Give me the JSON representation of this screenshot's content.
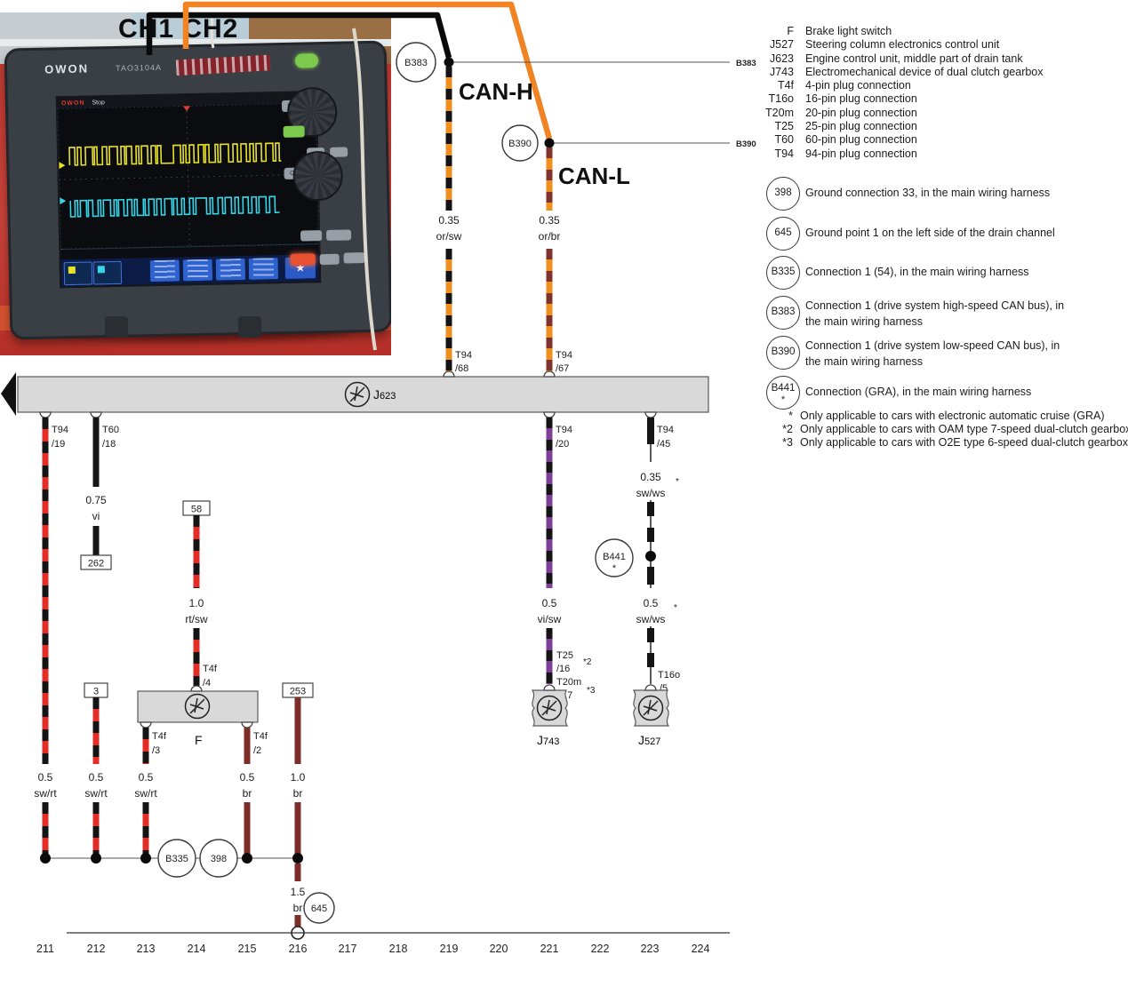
{
  "scope": {
    "brand": "OWON",
    "model": "TAO3104A",
    "probe_label": "CH1 CH2",
    "screen_brand": "OWON",
    "screen_status": "Stop",
    "menu_star": "★",
    "ch1_button": "CH1",
    "ch2_button": "CH2"
  },
  "t": {
    "can_h": "CAN-H",
    "can_l": "CAN-L",
    "T94": "T94",
    "T60": "T60",
    "T4f": "T4f",
    "T25": "T25",
    "T20m": "T20m",
    "T16o": "T16o",
    "p68": "/68",
    "p67": "/67",
    "p19": "/19",
    "p18": "/18",
    "p4": "/4",
    "p3": "/3",
    "p2": "/2",
    "p20": "/20",
    "p45": "/45",
    "p16": "/16",
    "p17": "/17",
    "p5": "/5",
    "s035": "0.35",
    "s05": "0.5",
    "s075": "0.75",
    "s10": "1.0",
    "s15": "1.5",
    "or_sw": "or/sw",
    "or_br": "or/br",
    "sw_rt": "sw/rt",
    "vi": "vi",
    "rt_sw": "rt/sw",
    "br": "br",
    "vi_sw": "vi/sw",
    "sw_ws": "sw/ws",
    "star": "*",
    "star2": "*2",
    "star3": "*3",
    "b262": "262",
    "b58": "58",
    "b3": "3",
    "b253": "253",
    "J": "J",
    "n623": "623",
    "n743": "743",
    "n527": "527",
    "F": "F",
    "B383": "B383",
    "B390": "B390",
    "B335": "B335",
    "B441": "B441",
    "c398": "398",
    "c645": "645"
  },
  "grid": [
    "211",
    "212",
    "213",
    "214",
    "215",
    "216",
    "217",
    "218",
    "219",
    "220",
    "221",
    "222",
    "223",
    "224"
  ],
  "legend": {
    "keys": [
      {
        "key": "F",
        "text": "Brake light switch"
      },
      {
        "key": "J527",
        "text": "Steering column electronics control unit"
      },
      {
        "key": "J623",
        "text": "Engine control unit, middle part of drain tank"
      },
      {
        "key": "J743",
        "text": "Electromechanical device of dual clutch gearbox"
      },
      {
        "key": "T4f",
        "text": "4-pin plug connection"
      },
      {
        "key": "T16o",
        "text": "16-pin plug connection"
      },
      {
        "key": "T20m",
        "text": "20-pin plug connection"
      },
      {
        "key": "T25",
        "text": "25-pin plug connection"
      },
      {
        "key": "T60",
        "text": "60-pin plug connection"
      },
      {
        "key": "T94",
        "text": "94-pin plug connection"
      }
    ],
    "circles": [
      {
        "id": "398",
        "text": "Ground connection 33, in the main wiring harness"
      },
      {
        "id": "645",
        "text": "Ground point 1 on the left side of the drain channel"
      },
      {
        "id": "B335",
        "text": "Connection 1 (54), in the main wiring harness"
      },
      {
        "id": "B383",
        "text": "Connection 1 (drive system high-speed CAN bus), in the main wiring harness"
      },
      {
        "id": "B390",
        "text": "Connection 1 (drive system low-speed CAN bus), in the main wiring harness"
      },
      {
        "id": "B441",
        "text": "Connection (GRA), in the main wiring harness",
        "star": "*"
      }
    ],
    "notes": [
      {
        "key": "*",
        "text": "Only applicable to cars with electronic automatic cruise (GRA)"
      },
      {
        "key": "*2",
        "text": "Only applicable to cars with OAM type 7-speed dual-clutch gearbox"
      },
      {
        "key": "*3",
        "text": "Only applicable to cars with O2E type 6-speed dual-clutch gearbox"
      }
    ]
  },
  "colors": {
    "orange_wire": "#ef8f1f",
    "red_wire": "#e52d26",
    "purple_wire": "#7d3f98",
    "brown_wire": "#7c2d28",
    "black_wire": "#161616",
    "maroon_dash": "#7e332c",
    "box_fill": "#d9d9d9"
  }
}
